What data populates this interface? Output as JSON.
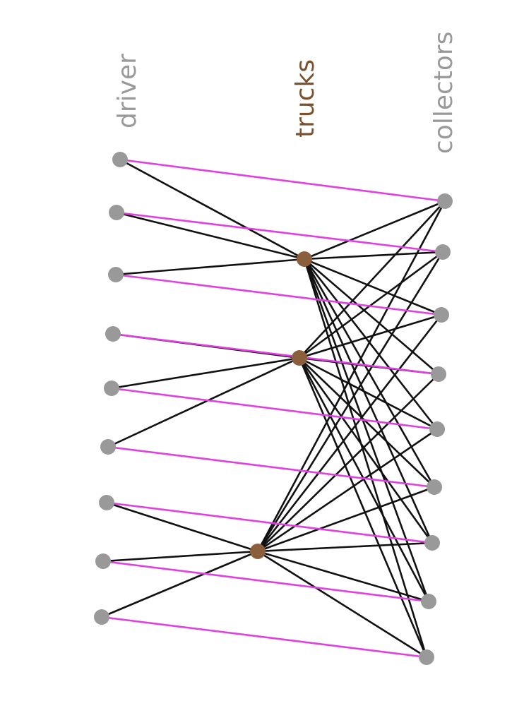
{
  "columns": {
    "drivers": {
      "label": "driver",
      "color": "#999999"
    },
    "trucks": {
      "label": "trucks",
      "color": "#7a5230"
    },
    "collectors": {
      "label": "collectors",
      "color": "#999999"
    }
  },
  "colors": {
    "matching_edge": "#e040e0",
    "truck_edge": "#111111",
    "driver_node": "#999999",
    "collector_node": "#999999",
    "truck_node": "#8b5e3c"
  },
  "nodes": {
    "drivers": 9,
    "trucks": 3,
    "collectors": 9
  },
  "matching_edges": [
    [
      0,
      0
    ],
    [
      1,
      1
    ],
    [
      2,
      2
    ],
    [
      3,
      3
    ],
    [
      4,
      4
    ],
    [
      5,
      5
    ],
    [
      6,
      6
    ],
    [
      7,
      7
    ],
    [
      8,
      8
    ]
  ],
  "driver_truck_edges": [
    [
      0,
      0
    ],
    [
      1,
      0
    ],
    [
      2,
      0
    ],
    [
      3,
      1
    ],
    [
      4,
      1
    ],
    [
      5,
      1
    ],
    [
      6,
      2
    ],
    [
      7,
      2
    ],
    [
      8,
      2
    ]
  ],
  "truck_collector_edges": [
    [
      0,
      0
    ],
    [
      0,
      1
    ],
    [
      0,
      2
    ],
    [
      0,
      3
    ],
    [
      0,
      4
    ],
    [
      0,
      5
    ],
    [
      0,
      6
    ],
    [
      0,
      7
    ],
    [
      0,
      8
    ],
    [
      1,
      0
    ],
    [
      1,
      1
    ],
    [
      1,
      2
    ],
    [
      1,
      3
    ],
    [
      1,
      4
    ],
    [
      1,
      5
    ],
    [
      1,
      6
    ],
    [
      1,
      7
    ],
    [
      1,
      8
    ],
    [
      2,
      0
    ],
    [
      2,
      1
    ],
    [
      2,
      2
    ],
    [
      2,
      3
    ],
    [
      2,
      4
    ],
    [
      2,
      5
    ],
    [
      2,
      6
    ],
    [
      2,
      7
    ],
    [
      2,
      8
    ]
  ]
}
